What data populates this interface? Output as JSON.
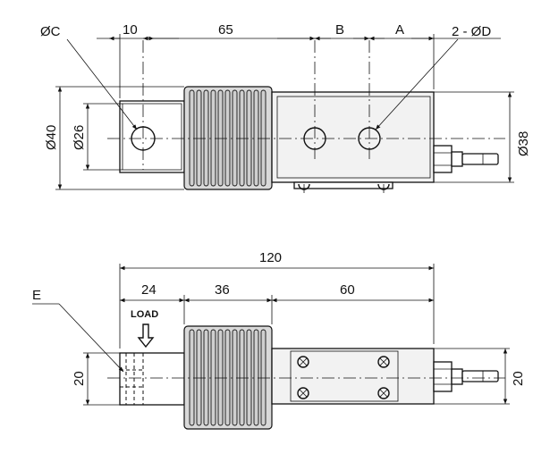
{
  "top_view": {
    "labels": {
      "dia_c": "ØC",
      "dim_10": "10",
      "dim_65": "65",
      "dim_b": "B",
      "dim_a": "A",
      "dia_d": "2 - ØD",
      "dia_40": "Ø40",
      "dia_26": "Ø26",
      "dia_38": "Ø38"
    }
  },
  "side_view": {
    "labels": {
      "dim_120": "120",
      "dim_24": "24",
      "dim_36": "36",
      "dim_60": "60",
      "marker_e": "E",
      "load": "LOAD",
      "dim_20_left": "20",
      "dim_20_right": "20"
    }
  }
}
